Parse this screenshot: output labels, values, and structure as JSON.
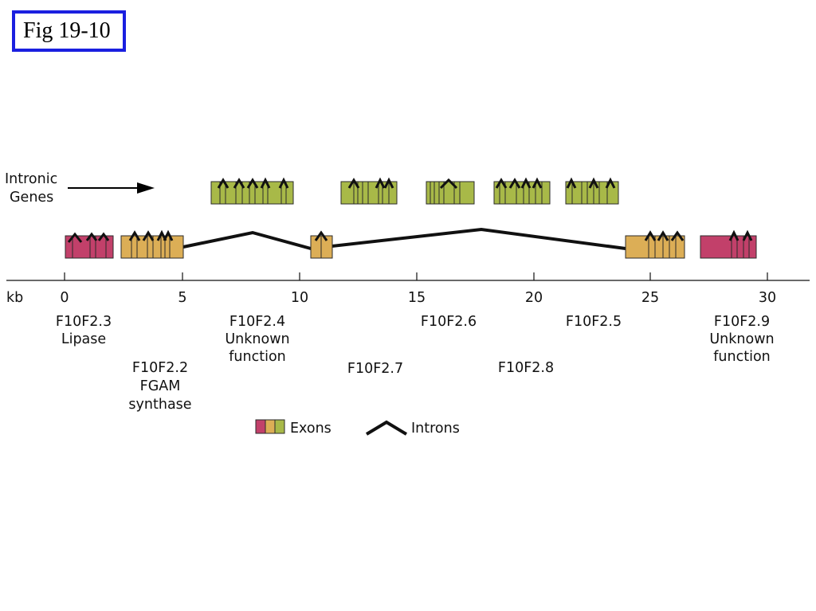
{
  "figure_label": "Fig 19-10",
  "colors": {
    "magenta": "#c2406a",
    "orange": "#dcae56",
    "green": "#a8b948",
    "border": "#2b2b2b"
  },
  "intronic_label": [
    "Intronic",
    "Genes"
  ],
  "axis": {
    "unit": "kb",
    "ticks": [
      "0",
      "5",
      "10",
      "15",
      "20",
      "25",
      "30"
    ]
  },
  "genes": [
    {
      "id": "F10F2.3",
      "lines": [
        "F10F2.3",
        "Lipase"
      ]
    },
    {
      "id": "F10F2.2",
      "lines": [
        "F10F2.2",
        "FGAM",
        "synthase"
      ]
    },
    {
      "id": "F10F2.4",
      "lines": [
        "F10F2.4",
        "Unknown",
        "function"
      ]
    },
    {
      "id": "F10F2.7",
      "lines": [
        "F10F2.7"
      ]
    },
    {
      "id": "F10F2.6",
      "lines": [
        "F10F2.6"
      ]
    },
    {
      "id": "F10F2.8",
      "lines": [
        "F10F2.8"
      ]
    },
    {
      "id": "F10F2.5",
      "lines": [
        "F10F2.5"
      ]
    },
    {
      "id": "F10F2.9",
      "lines": [
        "F10F2.9",
        "Unknown",
        "function"
      ]
    }
  ],
  "legend": {
    "exons": "Exons",
    "introns": "Introns"
  }
}
